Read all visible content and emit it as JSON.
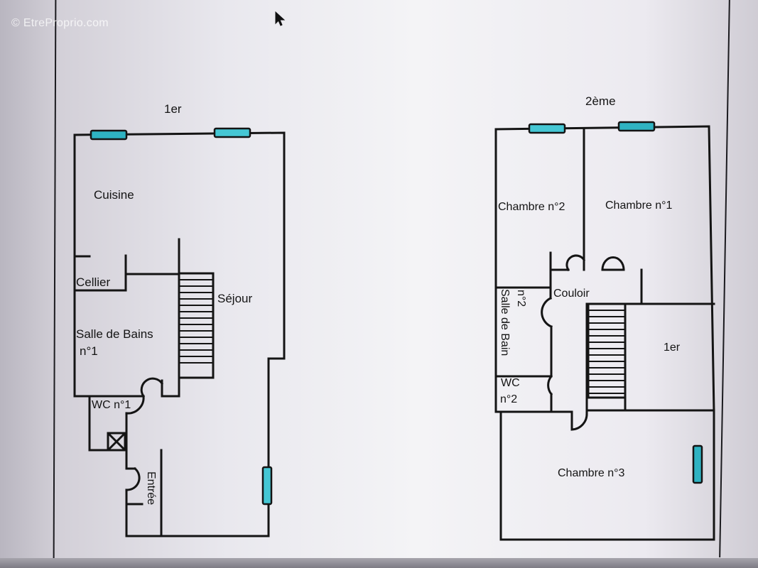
{
  "watermark": "© EtreProprio.com",
  "colors": {
    "wall": "#141414",
    "window_fill": "#2fb3c2",
    "background": "#f4f4f6"
  },
  "floor_1": {
    "title": "1er",
    "rooms": {
      "cuisine": "Cuisine",
      "cellier": "Cellier",
      "sejour": "Séjour",
      "salle_de_bains": "Salle de Bains",
      "salle_de_bains_num": "n°1",
      "wc": "WC n°1",
      "entree": "Entrée"
    }
  },
  "floor_2": {
    "title": "2ème",
    "rooms": {
      "chambre_2": "Chambre n°2",
      "chambre_1": "Chambre n°1",
      "couloir": "Couloir",
      "salle_de_bain_2": "Salle de Bain",
      "salle_de_bain_2_num": "n°2",
      "wc_2": "WC",
      "wc_2_num": "n°2",
      "void_1er": "1er",
      "chambre_3": "Chambre n°3"
    }
  }
}
